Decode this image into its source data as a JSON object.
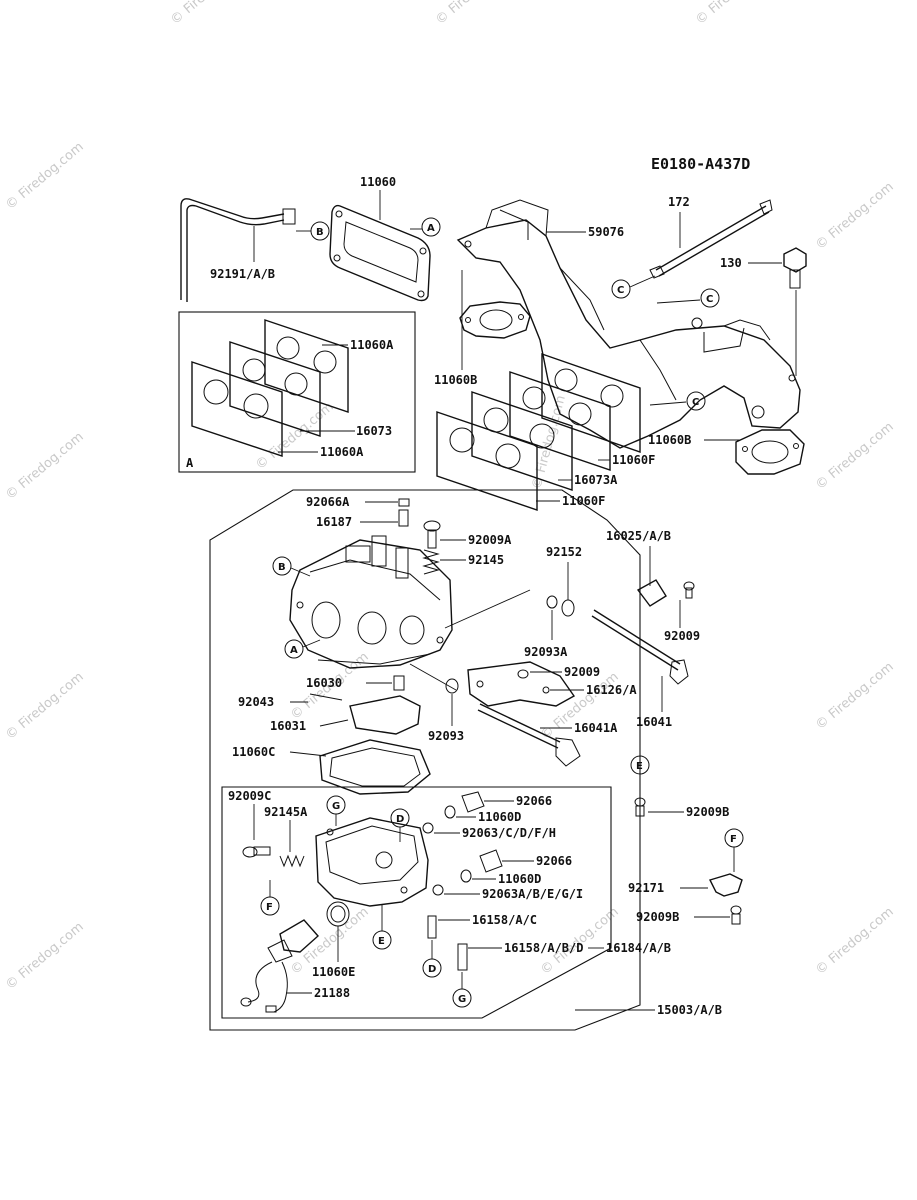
{
  "diagram_code": "E0180-A437D",
  "watermark": "© Firedog.com",
  "part_labels": {
    "p11060": "11060",
    "p59076": "59076",
    "p172": "172",
    "p130": "130",
    "p92191": "92191/A/B",
    "p11060A_1": "11060A",
    "p16073": "16073",
    "p11060A_2": "11060A",
    "p11060B_1": "11060B",
    "p11060B_2": "11060B",
    "p11060F_1": "11060F",
    "p16073A": "16073A",
    "p11060F_2": "11060F",
    "p92066A": "92066A",
    "p16187": "16187",
    "p92009A": "92009A",
    "p92145": "92145",
    "p92152": "92152",
    "p16025": "16025/A/B",
    "p92093A": "92093A",
    "p92009_1": "92009",
    "p92009_2": "92009",
    "p16030": "16030",
    "p16126": "16126/A",
    "p92043": "92043",
    "p16041": "16041",
    "p16031": "16031",
    "p92093": "92093",
    "p16041A": "16041A",
    "p11060C": "11060C",
    "p92009C": "92009C",
    "p92145A": "92145A",
    "p92066_1": "92066",
    "p11060D_1": "11060D",
    "p92063_1": "92063/C/D/F/H",
    "p92066_2": "92066",
    "p11060D_2": "11060D",
    "p92063_2": "92063A/B/E/G/I",
    "p16158_1": "16158/A/C",
    "p16158_2": "16158/A/B/D",
    "p16184": "16184/A/B",
    "p11060E": "11060E",
    "p21188": "21188",
    "p92009B_1": "92009B",
    "p92171": "92171",
    "p92009B_2": "92009B",
    "p15003": "15003/A/B"
  },
  "callouts": {
    "A1": "A",
    "B1": "B",
    "C1": "C",
    "C2": "C",
    "C3": "C",
    "B2": "B",
    "A2": "A",
    "G1": "G",
    "D1": "D",
    "E1": "E",
    "E2": "E",
    "F1": "F",
    "F2": "F",
    "D2": "D",
    "G2": "G"
  },
  "inset_label": "A"
}
